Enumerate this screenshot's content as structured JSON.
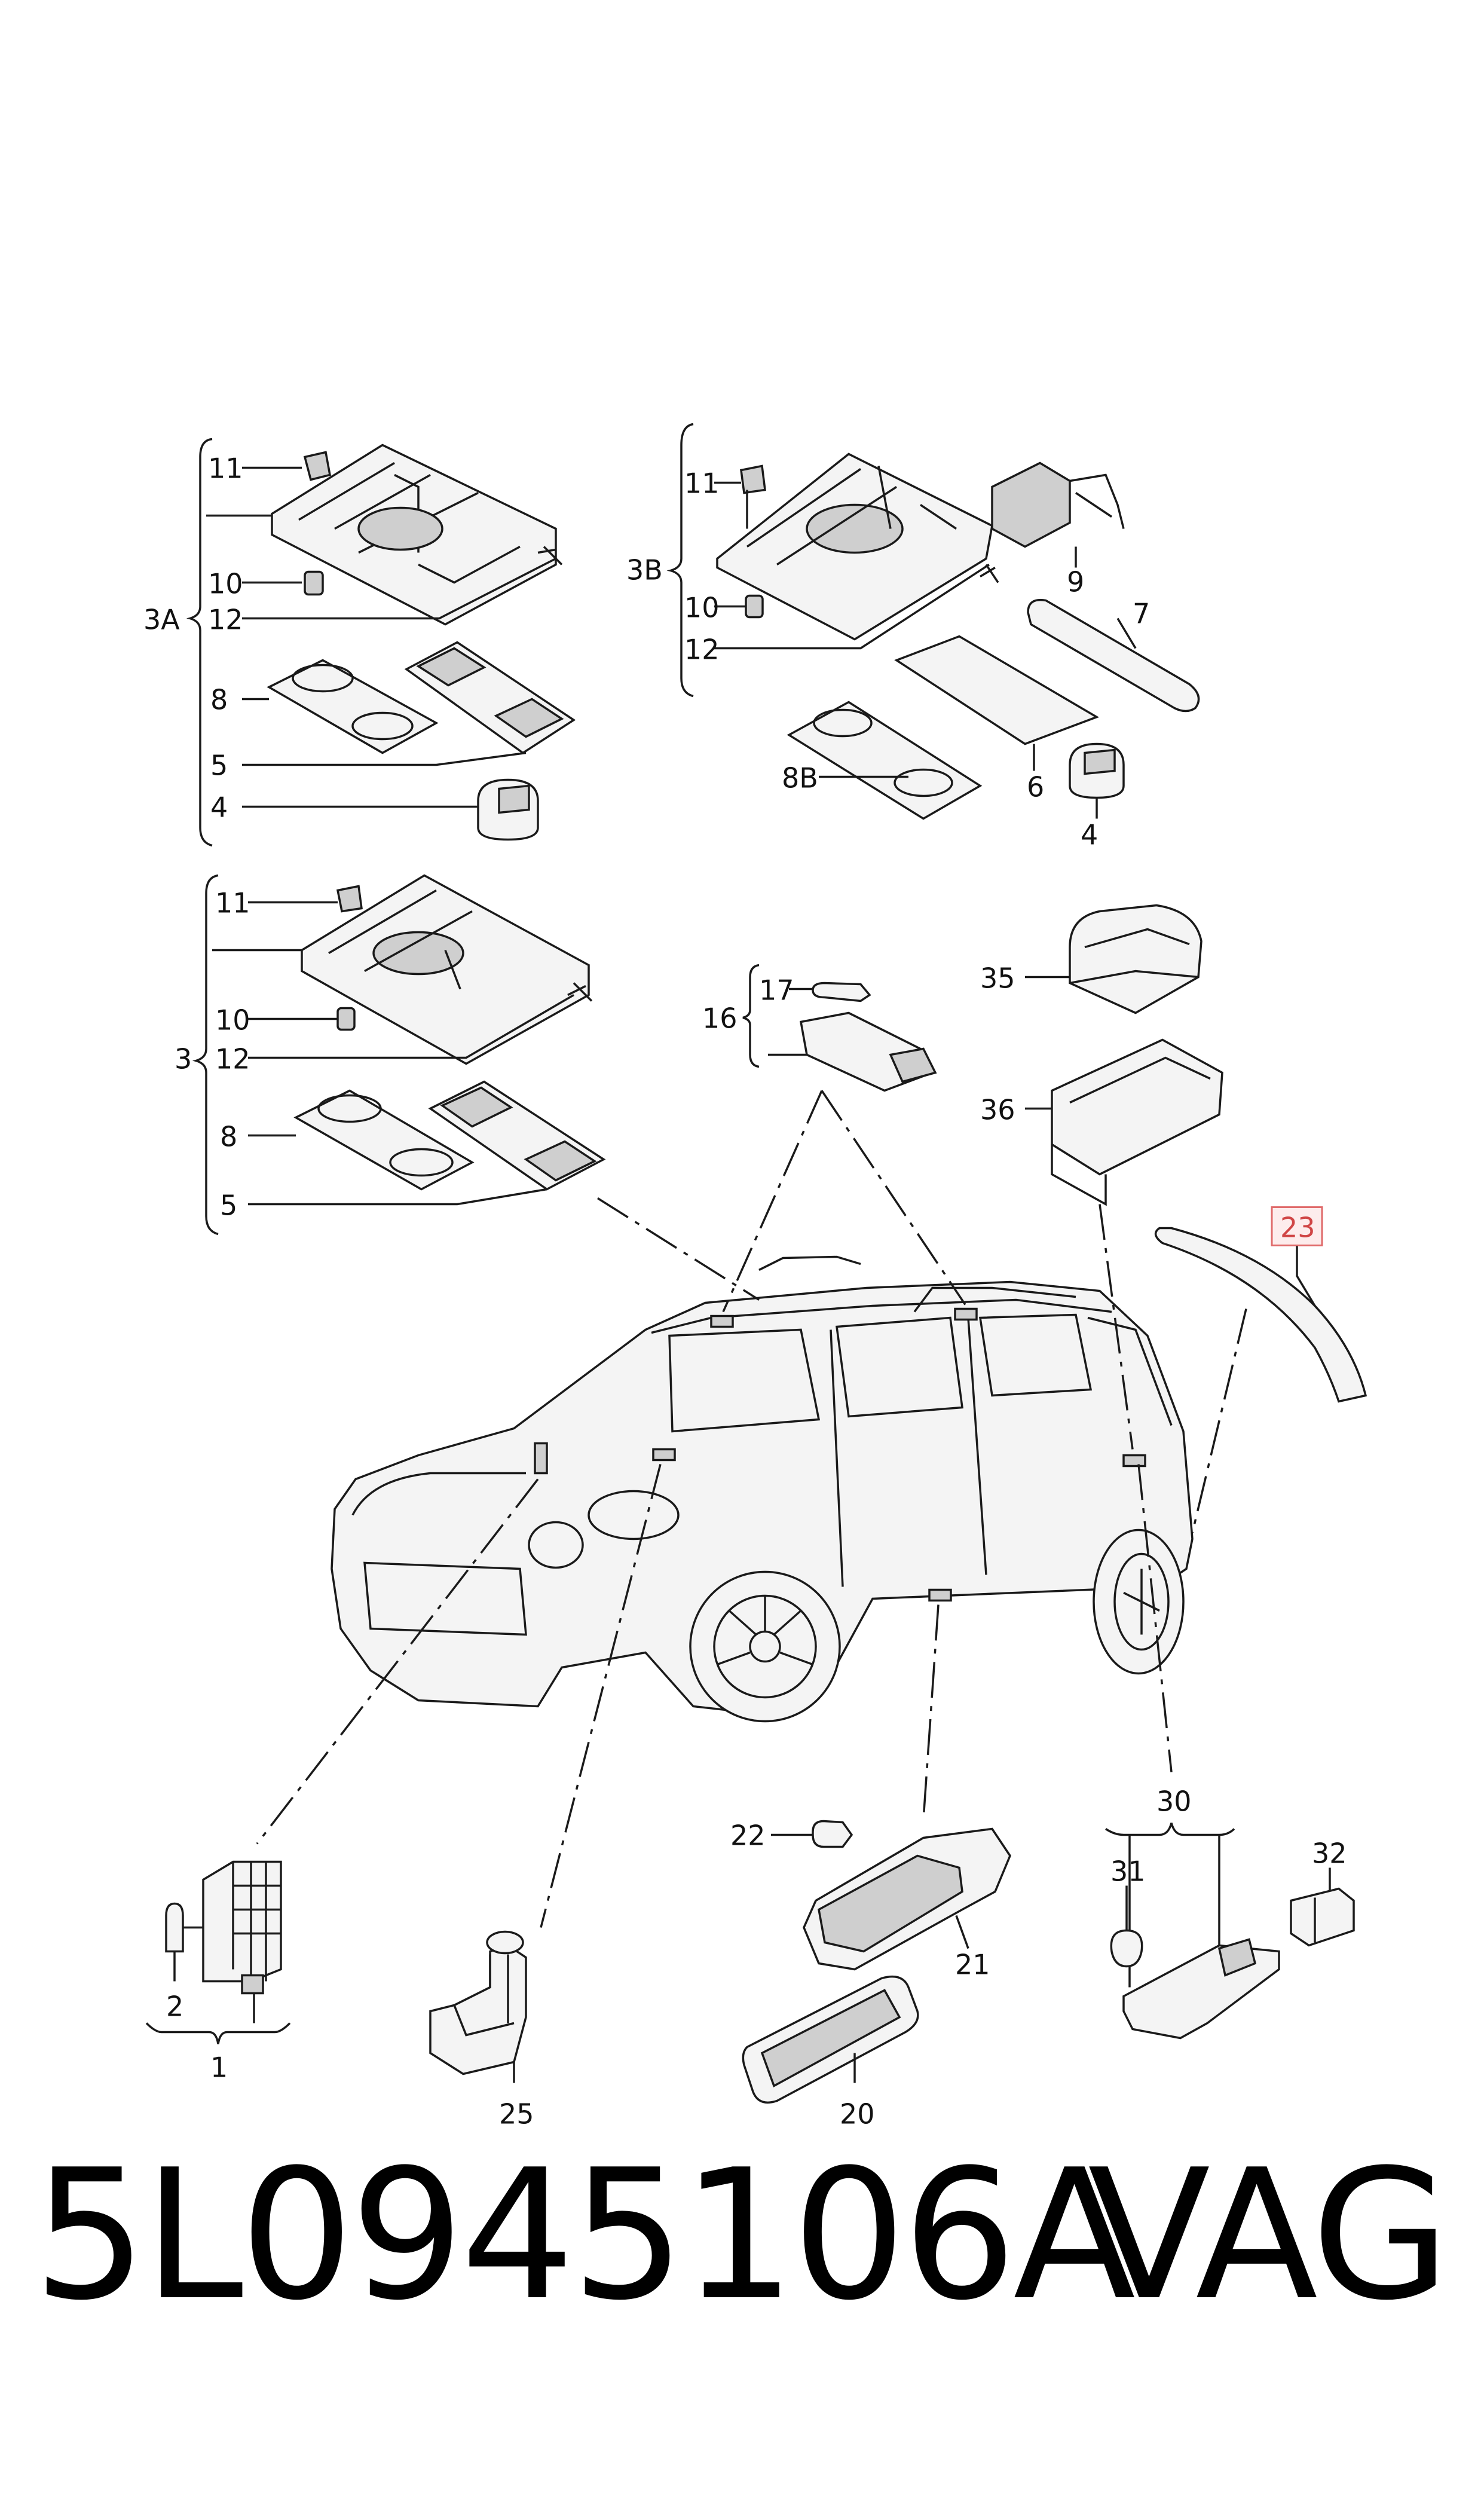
{
  "callouts": {
    "c11a": "11",
    "c10a": "10",
    "c3a": "3A",
    "c12a": "12",
    "c8a": "8",
    "c5a": "5",
    "c4a": "4",
    "c11b": "11",
    "c3b": "3B",
    "c10b": "10",
    "c12b": "12",
    "c9": "9",
    "c7": "7",
    "c8b": "8B",
    "c6": "6",
    "c4b": "4",
    "c11c": "11",
    "c10c": "10",
    "c3": "3",
    "c12c": "12",
    "c8c": "8",
    "c5c": "5",
    "c17": "17",
    "c16": "16",
    "c35": "35",
    "c36": "36",
    "c23": "23",
    "c22": "22",
    "c21": "21",
    "c20": "20",
    "c25": "25",
    "c2": "2",
    "c1": "1",
    "c30": "30",
    "c31": "31",
    "c32": "32"
  },
  "highlighted_callout": "23",
  "footer": {
    "part_number": "5L0945106A",
    "brand": "VAG"
  },
  "colors": {
    "line": "#1a1a1a",
    "highlight_fill": "#fdecec",
    "highlight_stroke": "#e06a6a"
  }
}
